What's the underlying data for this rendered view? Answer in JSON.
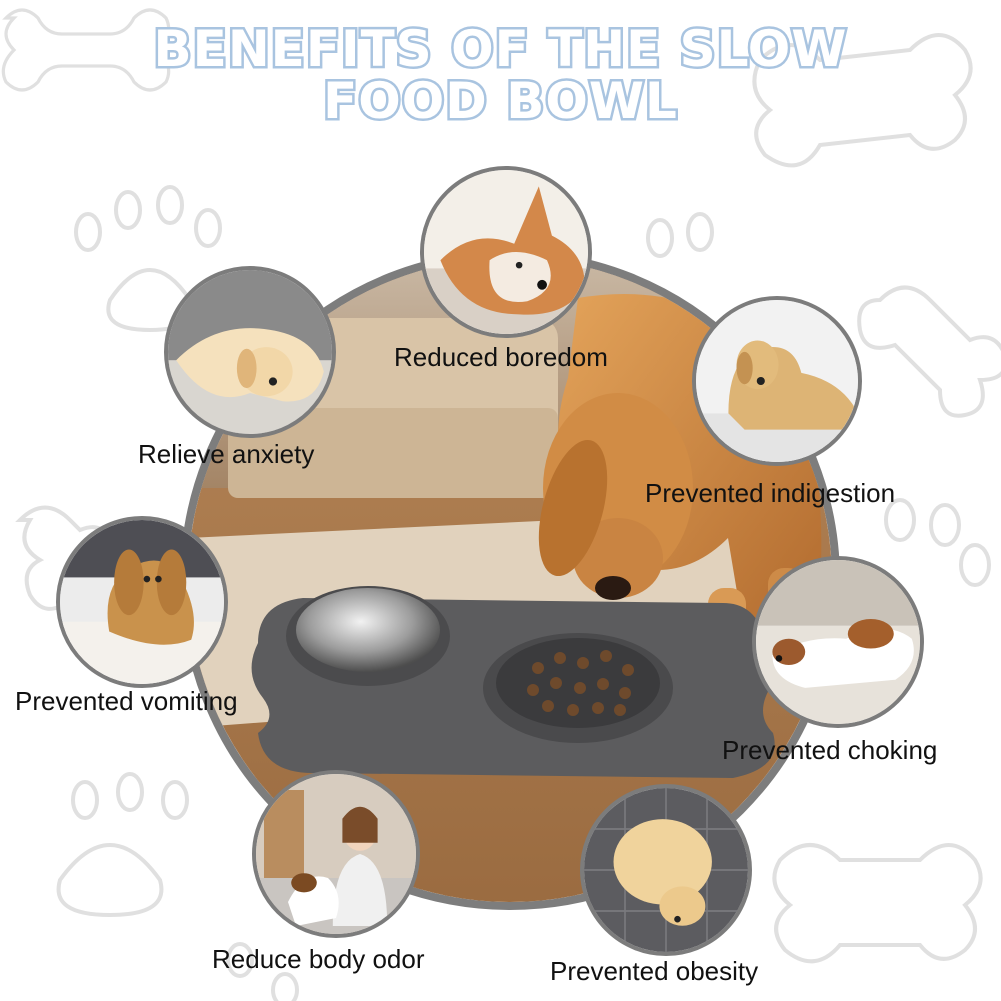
{
  "title": {
    "line1": "BENEFITS OF THE SLOW",
    "line2": "FOOD BOWL"
  },
  "benefits": [
    {
      "label": "Reduced boredom",
      "icon": "corgi-photo"
    },
    {
      "label": "Relieve anxiety",
      "icon": "golden-retriever-puppy-photo"
    },
    {
      "label": "Prevented indigestion",
      "icon": "labrador-photo"
    },
    {
      "label": "Prevented vomiting",
      "icon": "cocker-spaniel-photo"
    },
    {
      "label": "Prevented choking",
      "icon": "beagle-photo"
    },
    {
      "label": "Reduce body odor",
      "icon": "woman-and-dog-photo"
    },
    {
      "label": "Prevented obesity",
      "icon": "overweight-labrador-photo"
    }
  ],
  "colors": {
    "title_outline": "#a9c4e0",
    "circle_border": "#7d7d7d",
    "mat": "#5c5c5e",
    "decoration": "#e2e2e2"
  }
}
